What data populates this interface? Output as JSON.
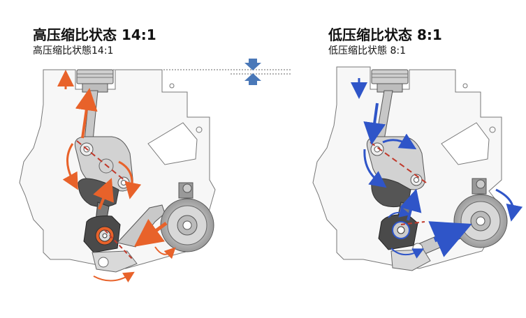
{
  "left_panel": {
    "title": "高压缩比状态 14:1",
    "subtitle": "高压缩比状態14:1",
    "arrow_color": "#e8622a"
  },
  "right_panel": {
    "title": "低压缩比状态 8:1",
    "subtitle": "低压缩比状態 8:1",
    "arrow_color": "#2f55c8"
  },
  "colors": {
    "outline": "#777777",
    "part_fill": "#cfcfcf",
    "dark_part": "#4a4a4a",
    "indicator": "#4a78b8",
    "guide_line": "#c0392b"
  }
}
